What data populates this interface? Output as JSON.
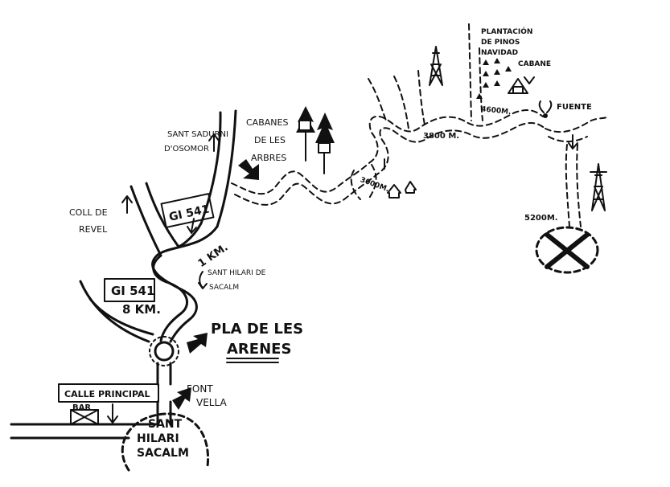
{
  "labels": {
    "sant_saturni": [
      "SANT SADURNI",
      "D'OSOMOR"
    ],
    "cabanes": [
      "CABANES",
      "DE LES",
      "ARBRES"
    ],
    "coll_de_revel": [
      "COLL DE",
      "REVEL"
    ],
    "road_gi541_top": "GI 541",
    "road_gi541_left": "GI 541",
    "dist_1km": "1 KM.",
    "dist_8km": "8 KM.",
    "sant_hilari_sign": [
      "SANT HILARI DE",
      "SACALM"
    ],
    "pla_de_les": "PLA DE LES",
    "arenes": "ARENES",
    "calle_principal": "CALLE PRINCIPAL",
    "bar": "BAR",
    "font_vella": [
      "FONT",
      "VELLA"
    ],
    "town": [
      "SANT",
      "HILARI",
      "SACALM"
    ],
    "plantacion": [
      "PLANTACIÓN",
      "DE PINOS",
      "NAVIDAD"
    ],
    "cabane": "CABANE",
    "fuente": "FUENTE",
    "dist_3000": "3000M.",
    "dist_3800": "3800 M.",
    "dist_4600": "4600M.",
    "dist_5200": "5200M."
  },
  "colors": {
    "ink": "#111111",
    "paper": "#ffffff"
  }
}
